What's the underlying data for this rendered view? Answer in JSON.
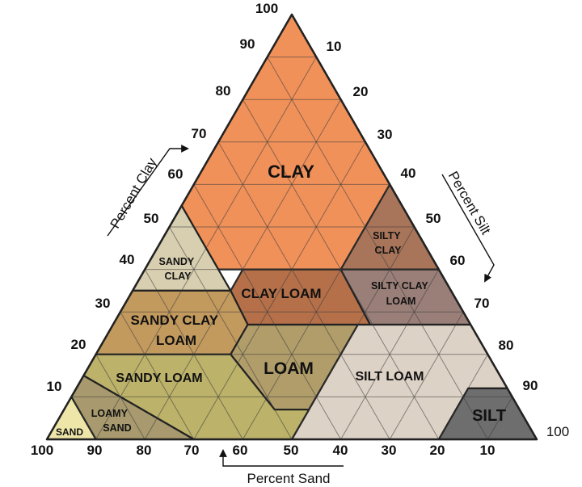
{
  "axes": {
    "clay": {
      "title": "Percent Clay",
      "ticks": [
        "100",
        "90",
        "80",
        "70",
        "60",
        "50",
        "40",
        "30",
        "20",
        "10"
      ]
    },
    "silt": {
      "title": "Percent Silt",
      "ticks": [
        "10",
        "20",
        "30",
        "40",
        "50",
        "60",
        "70",
        "80",
        "90",
        "100"
      ]
    },
    "sand": {
      "title": "Percent Sand",
      "ticks": [
        "100",
        "90",
        "80",
        "70",
        "60",
        "50",
        "40",
        "30",
        "20",
        "10"
      ]
    }
  },
  "regions": [
    {
      "id": "clay",
      "lines": [
        "CLAY"
      ],
      "color": "#F0915A"
    },
    {
      "id": "sandy-clay",
      "lines": [
        "SANDY",
        "CLAY"
      ],
      "color": "#D8CFB0"
    },
    {
      "id": "silty-clay",
      "lines": [
        "SILTY",
        "CLAY"
      ],
      "color": "#A8755A"
    },
    {
      "id": "clay-loam",
      "lines": [
        "CLAY LOAM"
      ],
      "color": "#B5704A"
    },
    {
      "id": "silty-clay-loam",
      "lines": [
        "SILTY CLAY",
        "LOAM"
      ],
      "color": "#9A7F78"
    },
    {
      "id": "sandy-clay-loam",
      "lines": [
        "SANDY CLAY",
        "LOAM"
      ],
      "color": "#C39A5E"
    },
    {
      "id": "loam",
      "lines": [
        "LOAM"
      ],
      "color": "#B09D6A"
    },
    {
      "id": "silt-loam",
      "lines": [
        "SILT LOAM"
      ],
      "color": "#DDD2C6"
    },
    {
      "id": "sandy-loam",
      "lines": [
        "SANDY LOAM"
      ],
      "color": "#BCB26A"
    },
    {
      "id": "loamy-sand",
      "lines": [
        "LOAMY",
        "SAND"
      ],
      "color": "#A89A6E"
    },
    {
      "id": "sand",
      "lines": [
        "SAND"
      ],
      "color": "#EDE6A8"
    },
    {
      "id": "silt",
      "lines": [
        "SILT"
      ],
      "color": "#6E6E6E"
    }
  ]
}
